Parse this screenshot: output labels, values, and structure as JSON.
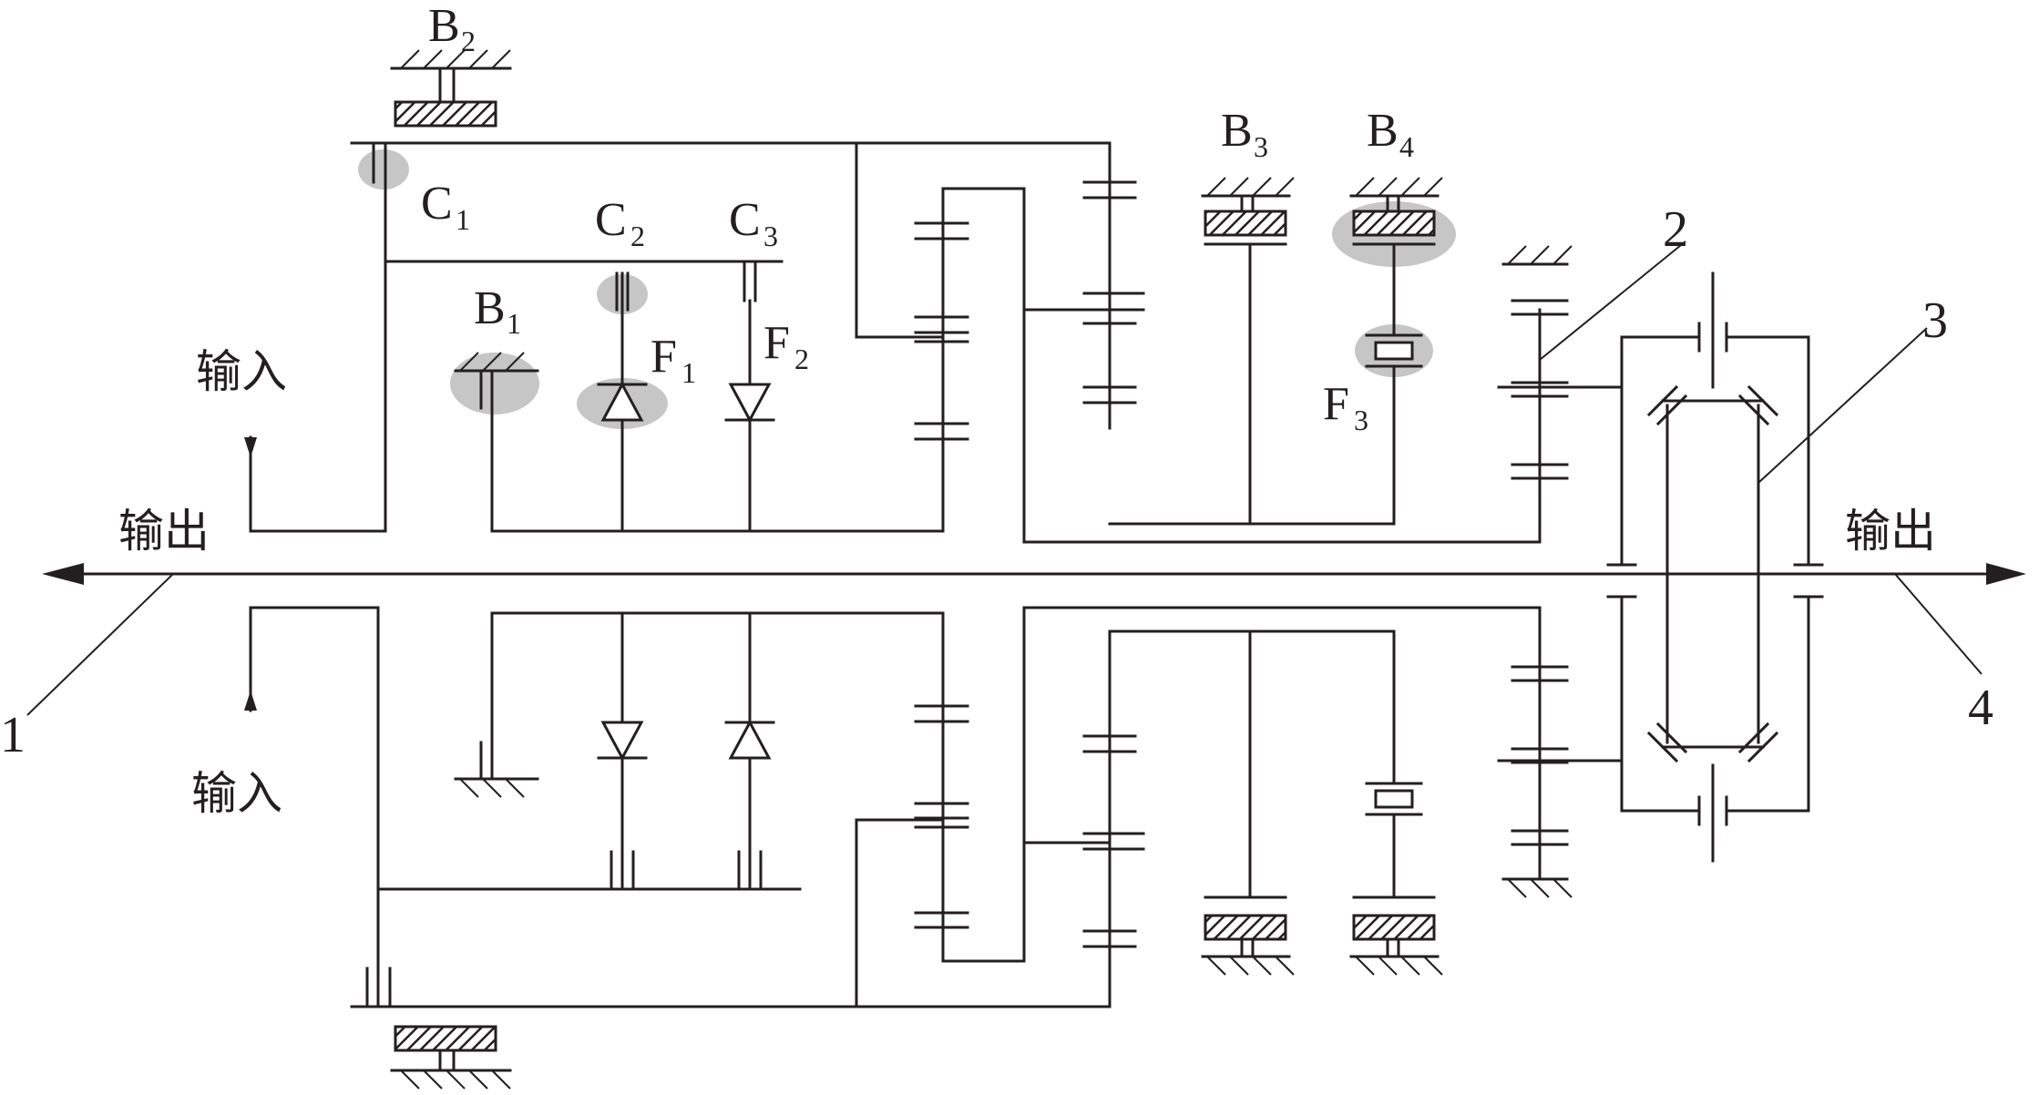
{
  "diagram": {
    "labels": {
      "B1": "B",
      "B1_sub": "1",
      "B2": "B",
      "B2_sub": "2",
      "B3": "B",
      "B3_sub": "3",
      "B4": "B",
      "B4_sub": "4",
      "C1": "C",
      "C1_sub": "1",
      "C2": "C",
      "C2_sub": "2",
      "C3": "C",
      "C3_sub": "3",
      "F1": "F",
      "F1_sub": "1",
      "F2": "F",
      "F2_sub": "2",
      "F3": "F",
      "F3_sub": "3"
    },
    "input_label": "输入",
    "output_label": "输出",
    "callouts": [
      "1",
      "2",
      "3",
      "4"
    ],
    "highlight_color": "#b3b3b3",
    "line_color": "#231f20"
  }
}
